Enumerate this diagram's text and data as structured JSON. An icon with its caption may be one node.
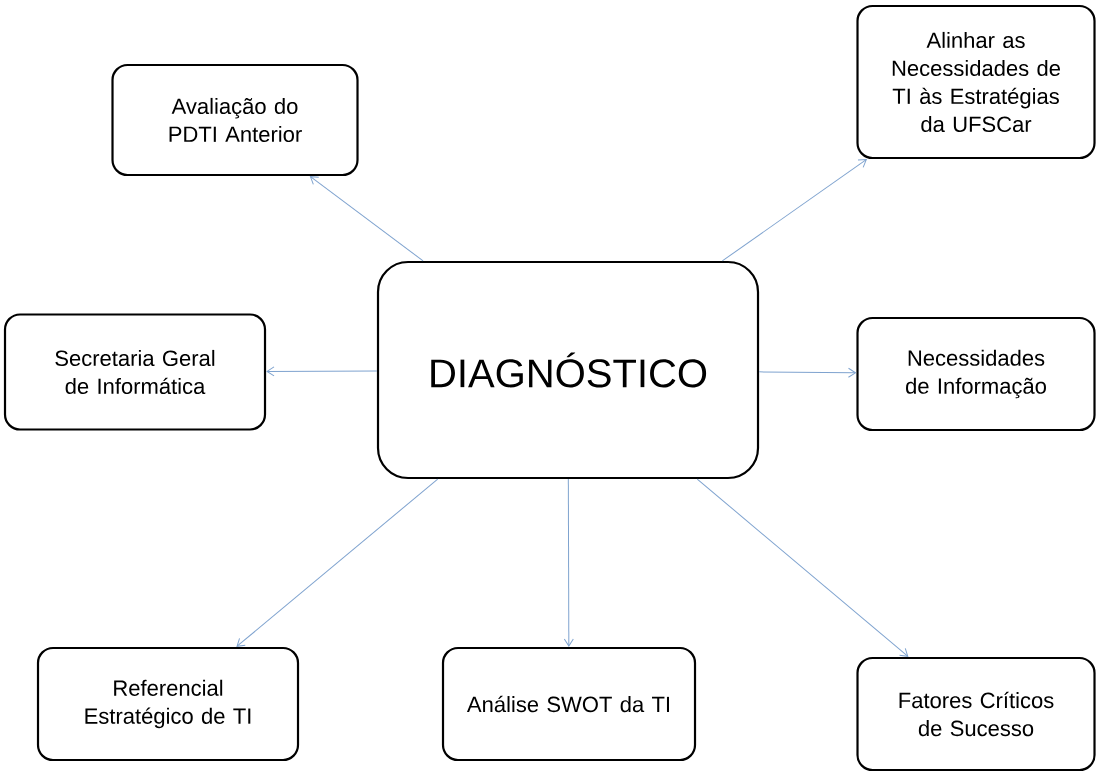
{
  "diagram": {
    "nodes": [
      {
        "text": [
          "DIAGNÓSTICO"
        ]
      },
      {
        "text": [
          "Avaliação do PDTI Anterior"
        ]
      },
      {
        "text": [
          "Alinhar as Necessidades de TI às Estratégias da UFSCar"
        ]
      },
      {
        "text": [
          "Secretaria Geral de Informática"
        ]
      },
      {
        "text": [
          "Necessidades de Informação"
        ]
      },
      {
        "text": [
          "Referencial Estratégico de TI"
        ]
      },
      {
        "text": [
          "Análise SWOT da TI"
        ]
      },
      {
        "text": [
          "Fatores Críticos de Sucesso"
        ]
      }
    ],
    "edges": [
      {
        "from": 0,
        "to": 1,
        "arrow": "to"
      },
      {
        "from": 0,
        "to": 2,
        "arrow": "to"
      },
      {
        "from": 0,
        "to": 3,
        "arrow": "to"
      },
      {
        "from": 0,
        "to": 4,
        "arrow": "to"
      },
      {
        "from": 0,
        "to": 5,
        "arrow": "to"
      },
      {
        "from": 0,
        "to": 6,
        "arrow": "to"
      },
      {
        "from": 0,
        "to": 7,
        "arrow": "to"
      }
    ]
  }
}
